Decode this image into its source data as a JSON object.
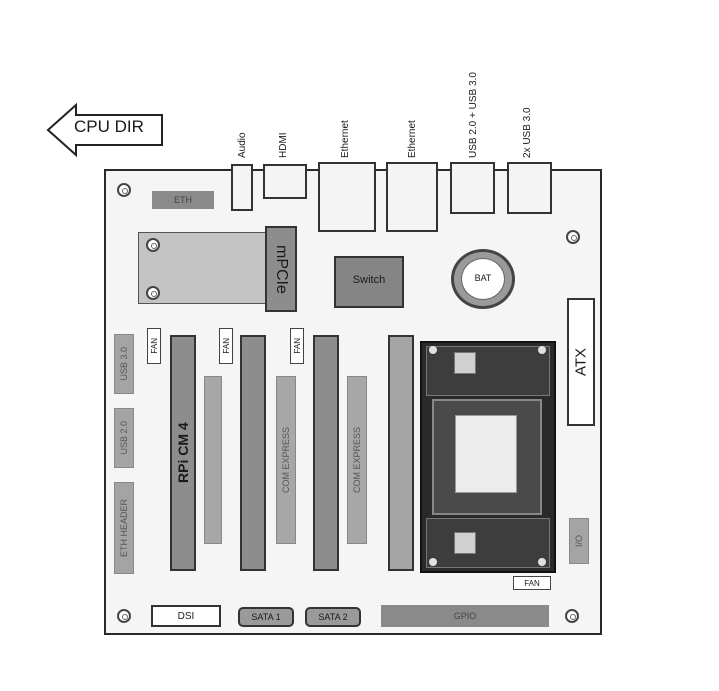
{
  "cpu_dir": "CPU DIR",
  "top_ports": {
    "audio": "Audio",
    "hdmi": "HDMI",
    "ethernet1": "Ethernet",
    "ethernet2": "Ethernet",
    "usb_mixed": "USB 2.0 + USB 3.0",
    "usb_30": "2x USB 3.0"
  },
  "board": {
    "eth_header": "ETH",
    "mpcie": "mPCIe",
    "switch": "Switch",
    "bat": "BAT",
    "atx": "ATX",
    "rpi_cm4": "RPi CM 4",
    "slot2_label": "COM EXPRESS",
    "slot3_label": "COM EXPRESS",
    "fan_labels": [
      "FAN",
      "FAN",
      "FAN",
      "FAN"
    ],
    "left_headers": [
      "USB 3.0",
      "USB 2.0",
      "ETH HEADER"
    ],
    "right_small": "I/O",
    "dsi": "DSI",
    "sata1": "SATA 1",
    "sata2": "SATA 2",
    "gpio": "GPIO"
  }
}
